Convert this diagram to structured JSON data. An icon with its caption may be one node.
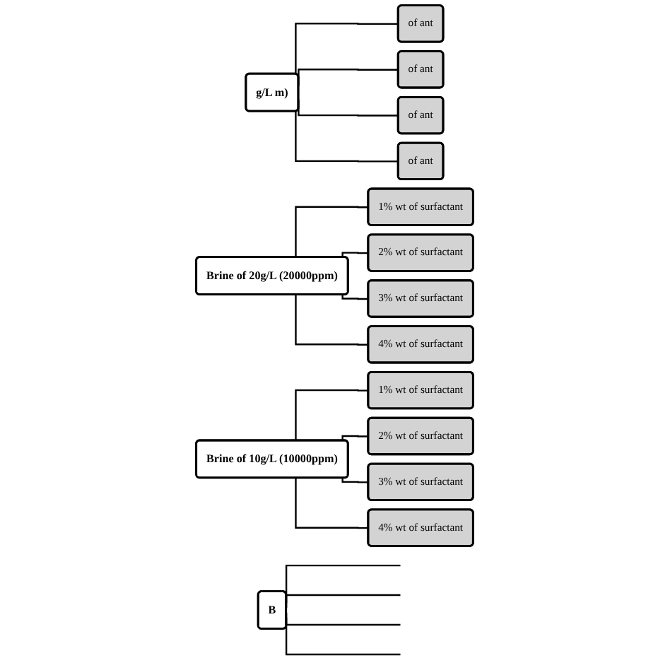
{
  "diagram": {
    "nodes": [
      {
        "text": [
          "g/L m)"
        ]
      },
      {
        "text": [
          "of ant"
        ]
      },
      {
        "text": [
          "of ant"
        ]
      },
      {
        "text": [
          "of ant"
        ]
      },
      {
        "text": [
          "of ant"
        ]
      },
      {
        "text": [
          "Brine of 20g/L (20000ppm)"
        ]
      },
      {
        "text": [
          "1% wt of surfactant"
        ]
      },
      {
        "text": [
          "2% wt of surfactant"
        ]
      },
      {
        "text": [
          "3% wt of surfactant"
        ]
      },
      {
        "text": [
          "4% wt of surfactant"
        ]
      },
      {
        "text": [
          "Brine of 10g/L (10000ppm)"
        ]
      },
      {
        "text": [
          "1% wt of surfactant"
        ]
      },
      {
        "text": [
          "2% wt of surfactant"
        ]
      },
      {
        "text": [
          "3% wt of surfactant"
        ]
      },
      {
        "text": [
          "4% wt of surfactant"
        ]
      },
      {
        "text": [
          "B"
        ]
      }
    ],
    "edges": [
      {
        "from": 0,
        "to": 1,
        "arrow": "none"
      },
      {
        "from": 0,
        "to": 2,
        "arrow": "none"
      },
      {
        "from": 0,
        "to": 3,
        "arrow": "none"
      },
      {
        "from": 0,
        "to": 4,
        "arrow": "none"
      },
      {
        "from": 5,
        "to": 6,
        "arrow": "none"
      },
      {
        "from": 5,
        "to": 7,
        "arrow": "none"
      },
      {
        "from": 5,
        "to": 8,
        "arrow": "none"
      },
      {
        "from": 5,
        "to": 9,
        "arrow": "none"
      },
      {
        "from": 10,
        "to": 11,
        "arrow": "none"
      },
      {
        "from": 10,
        "to": 12,
        "arrow": "none"
      },
      {
        "from": 10,
        "to": 13,
        "arrow": "none"
      },
      {
        "from": 10,
        "to": 14,
        "arrow": "none"
      },
      {
        "from": 15,
        "to": null,
        "arrow": "none"
      },
      {
        "from": 15,
        "to": null,
        "arrow": "none"
      },
      {
        "from": 15,
        "to": null,
        "arrow": "none"
      },
      {
        "from": 15,
        "to": null,
        "arrow": "none"
      }
    ]
  }
}
